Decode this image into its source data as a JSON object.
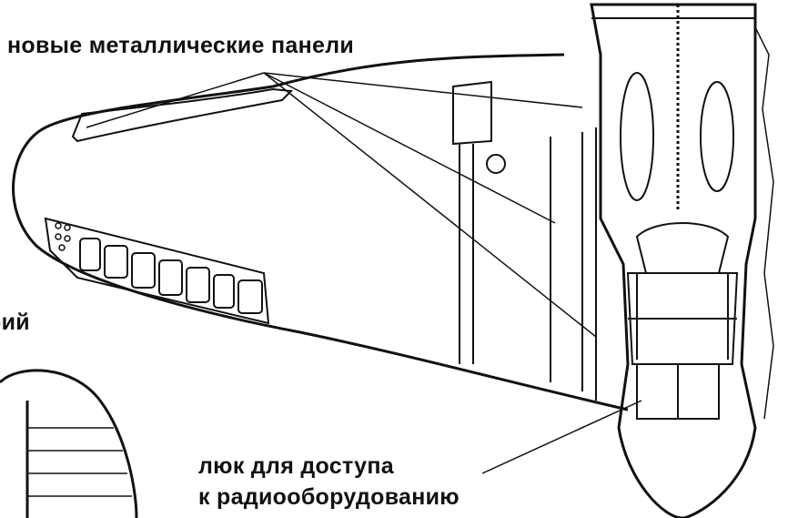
{
  "labels": {
    "new_panels": "новые металлические панели",
    "partial_left": "рий",
    "hatch_line1": "люк для доступа",
    "hatch_line2": "к радиооборудованию"
  },
  "colors": {
    "ink": "#111111",
    "background": "#ffffff"
  }
}
